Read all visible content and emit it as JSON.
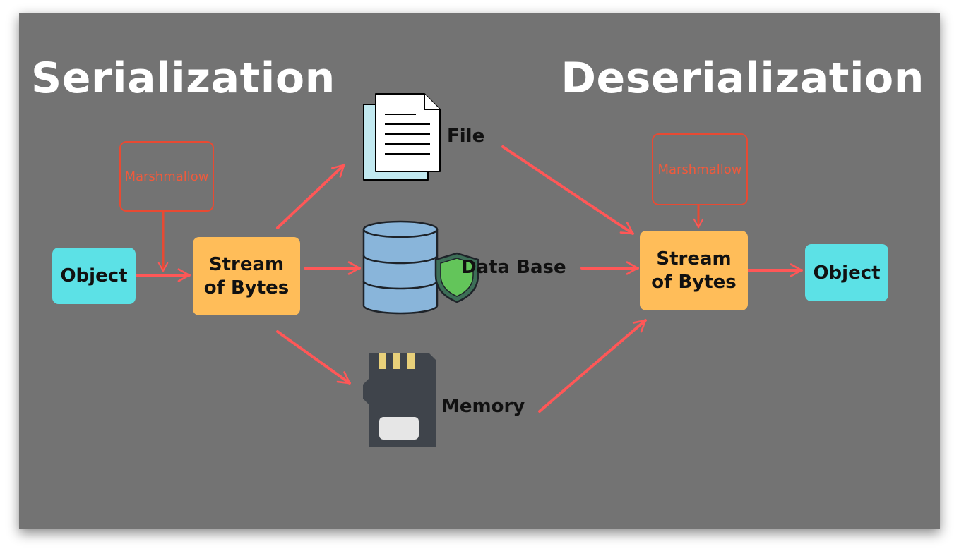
{
  "titles": {
    "left": "Serialization",
    "right": "Deserialization"
  },
  "serialize": {
    "object_label": "Object",
    "stream_label": "Stream\nof Bytes",
    "marshmallow_label": "Marshmallow"
  },
  "deserialize": {
    "object_label": "Object",
    "stream_label": "Stream\nof Bytes",
    "marshmallow_label": "Marshmallow"
  },
  "storage": {
    "file_label": "File",
    "database_label": "Data Base",
    "memory_label": "Memory"
  },
  "colors": {
    "background": "#737373",
    "arrow": "#ff5757",
    "object_box": "#5ce1e6",
    "stream_box": "#ffbd59",
    "marshmallow_border": "#e84a33"
  }
}
